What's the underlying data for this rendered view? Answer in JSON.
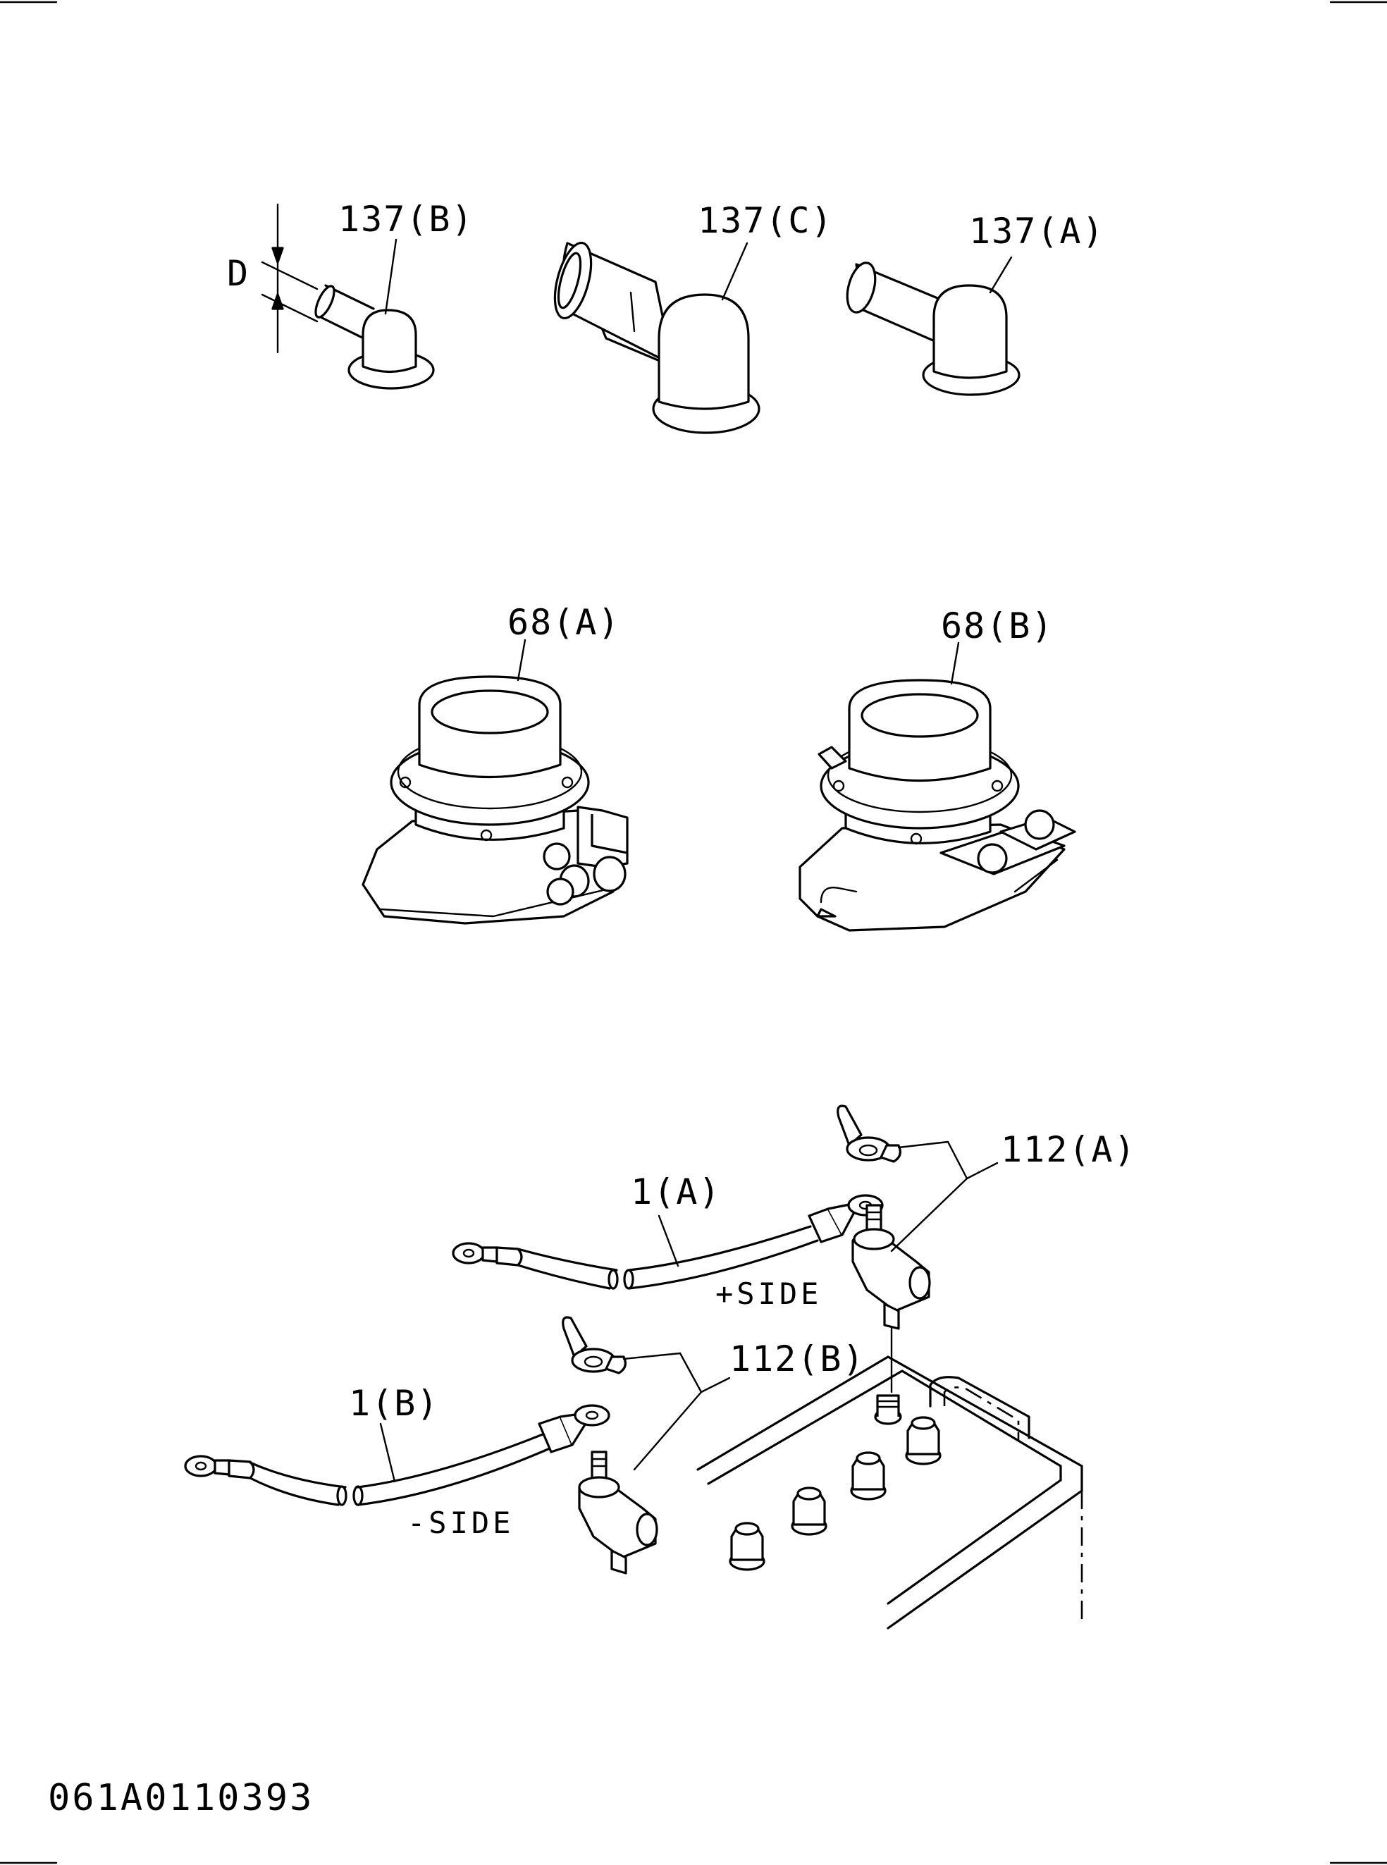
{
  "labels": {
    "part_137_b": "137(B)",
    "part_137_c": "137(C)",
    "part_137_a": "137(A)",
    "dimension_d": "D",
    "part_68_a": "68(A)",
    "part_68_b": "68(B)",
    "part_112_a": "112(A)",
    "part_112_b": "112(B)",
    "part_1_a": "1(A)",
    "part_1_b": "1(B)",
    "plus_side": "+SIDE",
    "minus_side": "-SIDE"
  },
  "drawing_number": "061A0110393",
  "colors": {
    "line": "#000000",
    "background": "#ffffff"
  }
}
